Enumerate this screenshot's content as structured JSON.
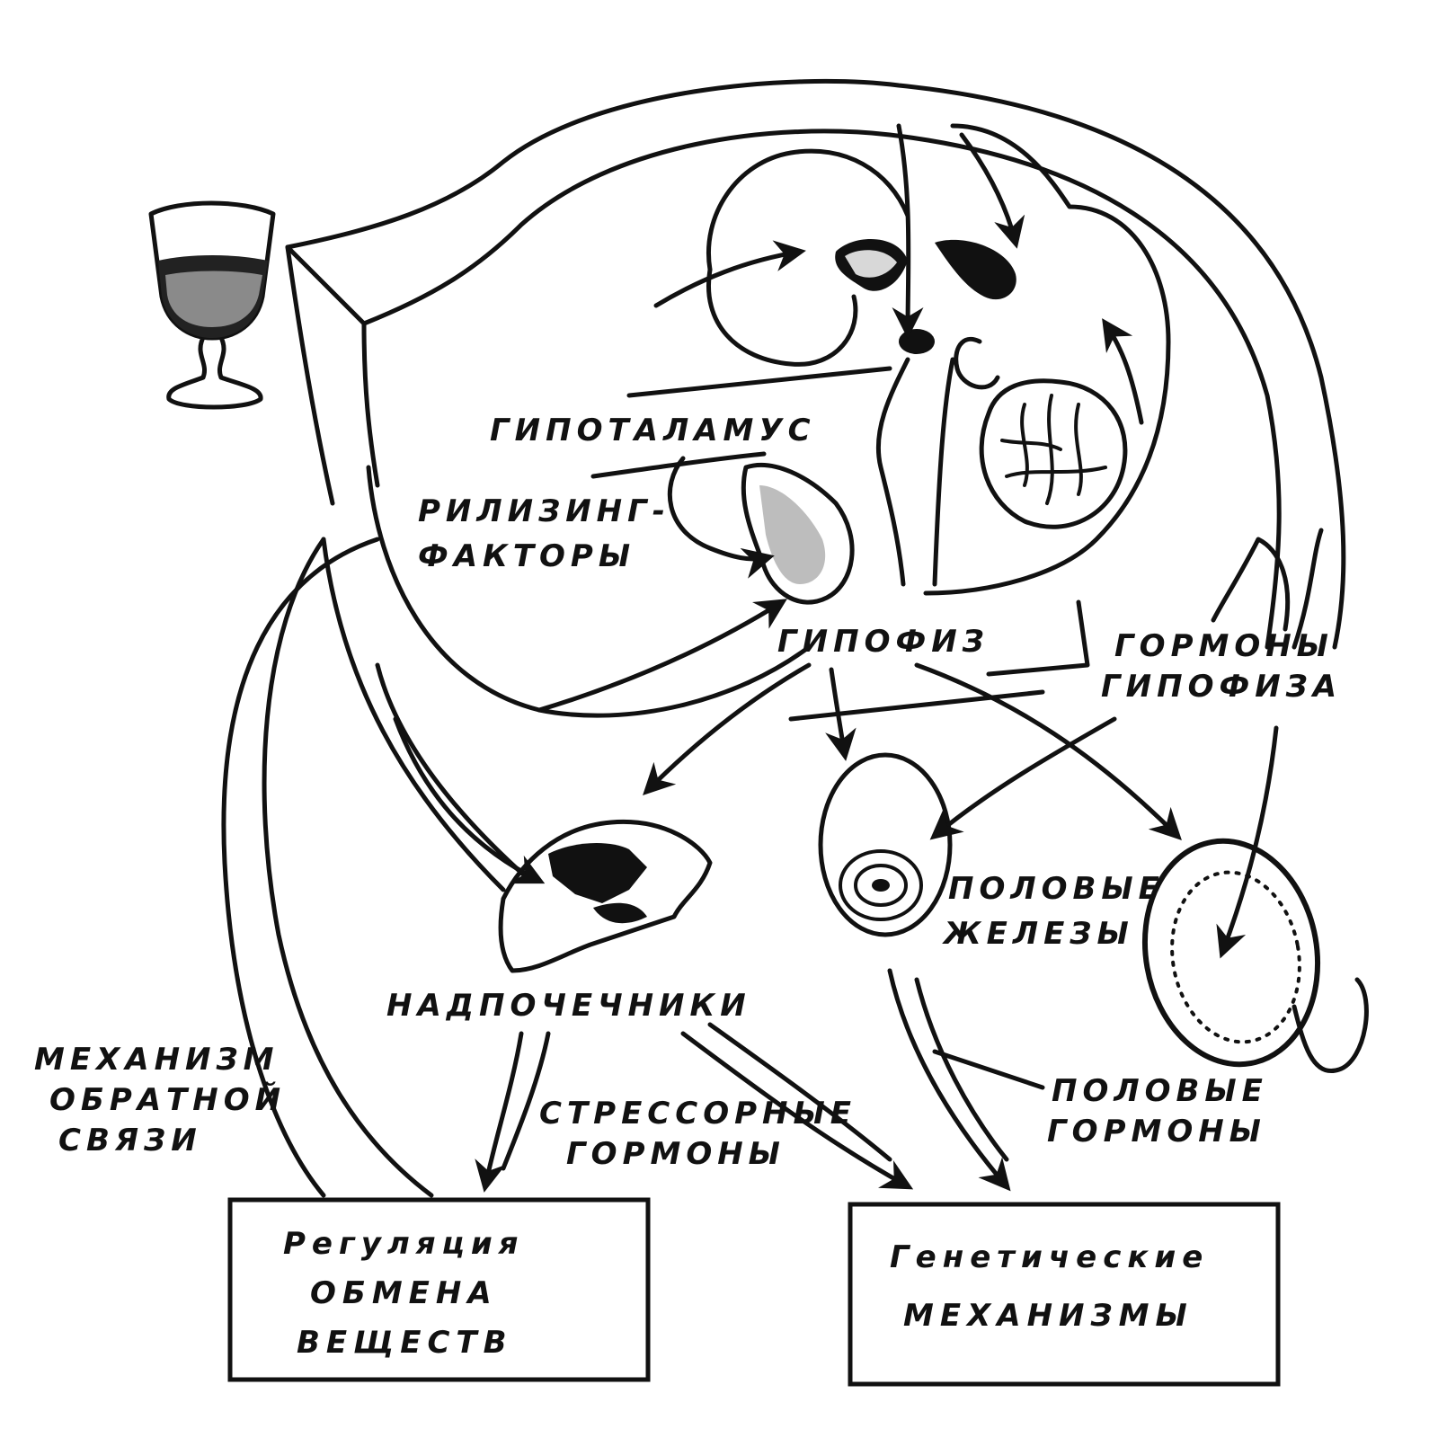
{
  "labels": {
    "hypothalamus": "ГИПОТАЛАМУС",
    "releasing_factors_line1": "РИЛИЗИНГ-",
    "releasing_factors_line2": "ФАКТОРЫ",
    "pituitary": "ГИПОФИЗ",
    "pituitary_hormones_line1": "ГОРМОНЫ",
    "pituitary_hormones_line2": "ГИПОФИЗА",
    "gonads_line1": "ПОЛОВЫЕ",
    "gonads_line2": "ЖЕЛЕЗЫ",
    "adrenals": "НАДПОЧЕЧНИКИ",
    "feedback_line1": "МЕХАНИЗМ",
    "feedback_line2": "ОБРАТНОЙ",
    "feedback_line3": "СВЯЗИ",
    "stress_hormones_line1": "СТРЕССОРНЫЕ",
    "stress_hormones_line2": "ГОРМОНЫ",
    "sex_hormones_line1": "ПОЛОВЫЕ",
    "sex_hormones_line2": "ГОРМОНЫ"
  },
  "boxes": {
    "metabolism_line1": "Регуляция",
    "metabolism_line2": "ОБМЕНА",
    "metabolism_line3": "ВЕЩЕСТВ",
    "genetic_line1": "Генетические",
    "genetic_line2": "МЕХАНИЗМЫ"
  }
}
